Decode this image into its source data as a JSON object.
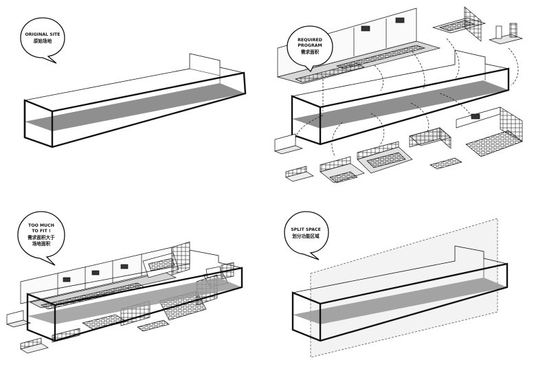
{
  "panels": [
    {
      "id": "original-site",
      "lines": [
        "ORIGINAL SITE",
        "原始场地"
      ]
    },
    {
      "id": "required-program",
      "lines": [
        "REQUIRED",
        "PROGRAM",
        "需求面积"
      ]
    },
    {
      "id": "too-much-to-fit",
      "lines": [
        "TOO MUCH",
        "TO FIT !",
        "需求面积大于",
        "场地面积"
      ]
    },
    {
      "id": "split-space",
      "lines": [
        "SPLIT SPACE",
        "划分功能区域"
      ]
    }
  ],
  "colors": {
    "floor": "#8f8f8f",
    "ink": "#111111",
    "wall": "#dcdcdc",
    "light": "#ececec"
  }
}
